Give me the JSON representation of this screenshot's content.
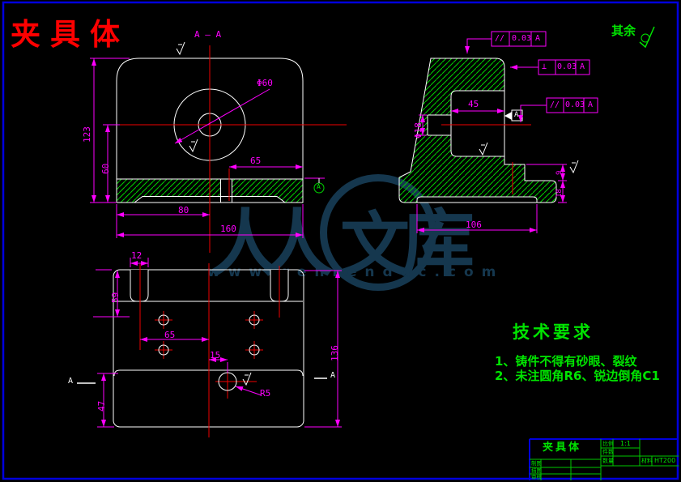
{
  "page_title": "夹具体",
  "section": {
    "label": "A — A",
    "mark_left": "A",
    "mark_right": "A"
  },
  "surface_note": {
    "label": "其余"
  },
  "front_view": {
    "dims": {
      "overall_height": "123",
      "center_to_base": "60",
      "slot_to_edge": "65",
      "left_to_center": "80",
      "overall_width": "160",
      "bore_dia": "Φ60"
    },
    "datum": "A"
  },
  "side_view": {
    "dims": {
      "pocket_width": "45",
      "hole_dia": "Φ18",
      "step_height": "9",
      "foot_height": "18",
      "base_width": "106"
    },
    "datum_flag": "A",
    "tolerances": [
      {
        "sym": "//",
        "val": "0.03",
        "ref": "A"
      },
      {
        "sym": "⊥",
        "val": "0.03",
        "ref": "A"
      },
      {
        "sym": "//",
        "val": "0.03",
        "ref": "A"
      }
    ]
  },
  "plan_view": {
    "dims": {
      "slot_width": "12",
      "top_to_hole": "59",
      "hole_span": "65",
      "center_offset": "15",
      "front_depth": "47",
      "overall_depth": "136",
      "fillet_radius": "R5"
    }
  },
  "tech_notes": {
    "heading": "技术要求",
    "items": [
      "1、铸件不得有砂眼、裂纹",
      "2、未注圆角R6、锐边倒角C1"
    ]
  },
  "title_block": {
    "part_name": "夹具体",
    "scale_label": "比例",
    "scale_value": "1:1",
    "pieces_label": "件数",
    "qty_label": "数量",
    "material_label": "材料",
    "material_value": "HT200",
    "rows": [
      "制图",
      "描图",
      "审核"
    ]
  },
  "watermark": {
    "char1": "人",
    "char2": "人",
    "char3": "文",
    "char4": "库",
    "url": "www.renrendoc.com"
  },
  "colors": {
    "line": "#ffffff",
    "dim": "#ff00ff",
    "center": "#f00000",
    "hatch": "#00d400",
    "green_text": "#00e400",
    "frame": "#0000dd",
    "title_red": "#ff0000",
    "watermark": "#15374e"
  }
}
